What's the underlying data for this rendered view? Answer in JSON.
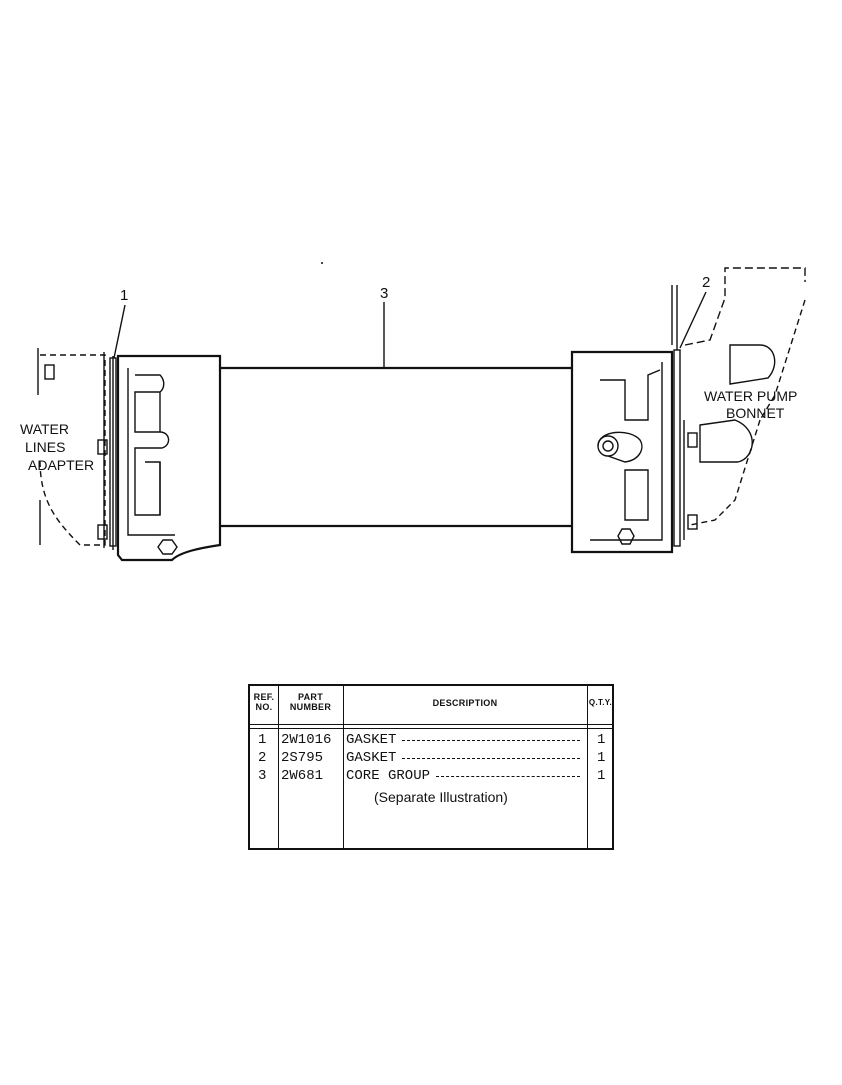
{
  "callouts": {
    "ref1": "1",
    "ref2": "2",
    "ref3": "3"
  },
  "labels": {
    "water_lines_adapter": [
      "WATER",
      "LINES",
      "ADAPTER"
    ],
    "water_pump_bonnet": [
      "WATER PUMP",
      "BONNET"
    ]
  },
  "parts_table": {
    "headers": {
      "ref_no": [
        "REF.",
        "NO."
      ],
      "part_number": [
        "PART",
        "NUMBER"
      ],
      "description": "DESCRIPTION",
      "qty": "Q.T.Y."
    },
    "rows": [
      {
        "ref": "1",
        "part": "2W1016",
        "description": "GASKET",
        "qty": "1"
      },
      {
        "ref": "2",
        "part": "2S795",
        "description": "GASKET",
        "qty": "1"
      },
      {
        "ref": "3",
        "part": "2W681",
        "description": "CORE GROUP",
        "qty": "1"
      }
    ],
    "note": "(Separate Illustration)"
  }
}
